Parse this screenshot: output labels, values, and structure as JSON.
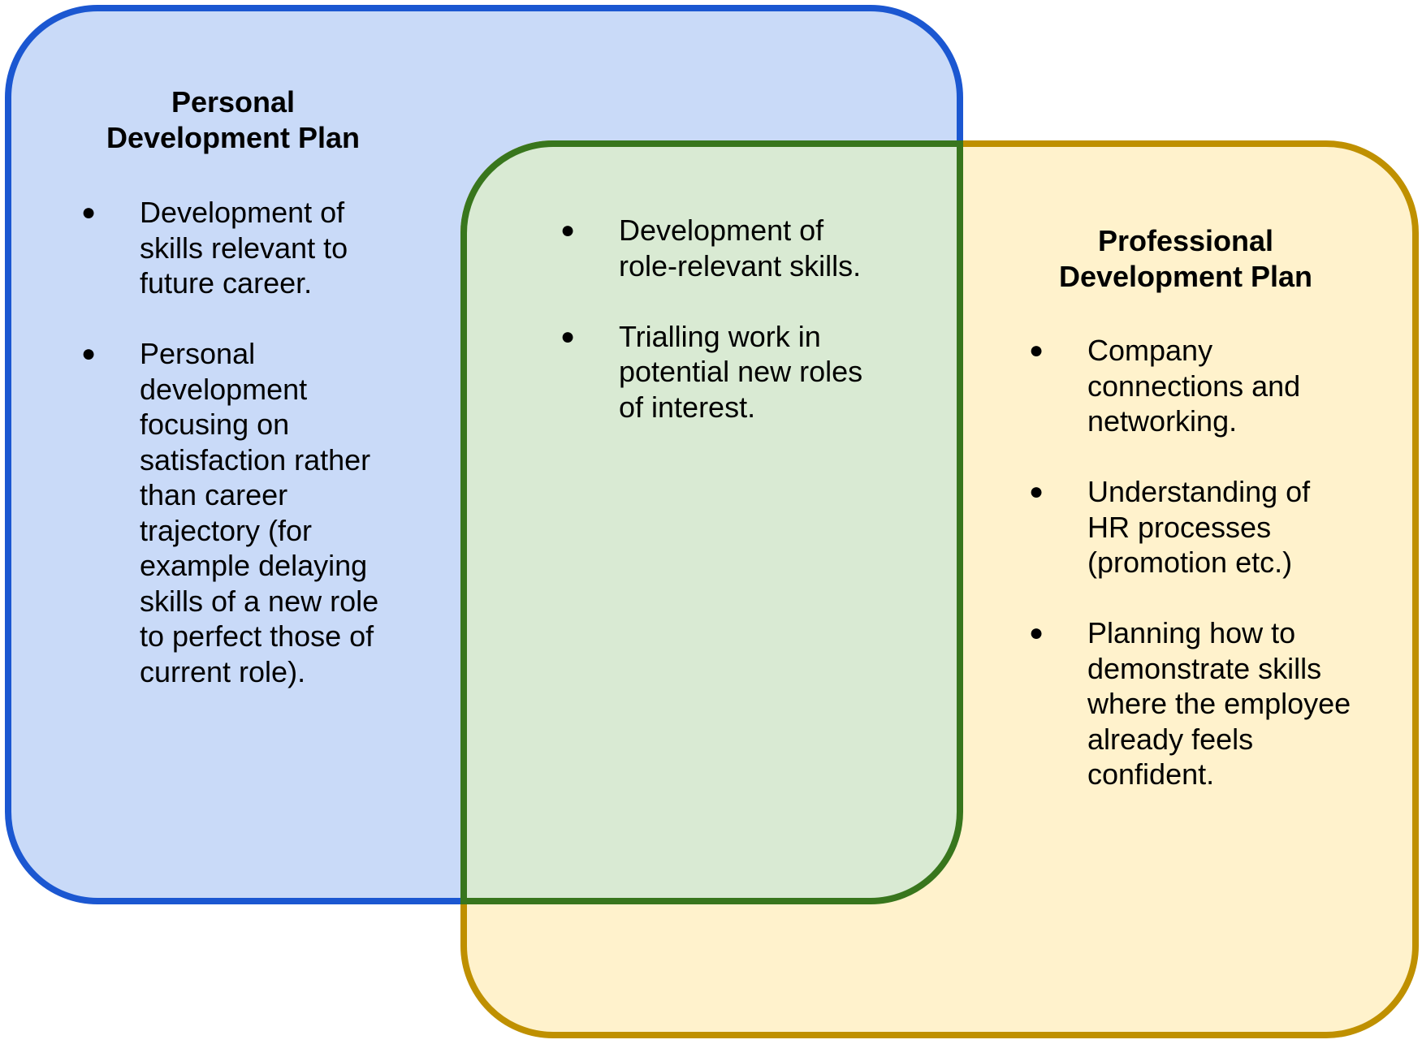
{
  "colors": {
    "background": "#ffffff",
    "text": "#000000",
    "personal_fill": "#c9daf8",
    "personal_stroke": "#1b57d1",
    "overlap_fill": "#d9ead3",
    "overlap_stroke": "#38761d",
    "professional_fill": "#fff2cc",
    "professional_stroke": "#bf9000"
  },
  "ui": {
    "bullet_glyph": "●"
  },
  "personal_section": {
    "title_lines": [
      "Personal",
      "Development Plan"
    ],
    "bullets": [
      [
        "Development of",
        "skills relevant to",
        "future career."
      ],
      [
        "Personal",
        "development",
        "focusing on",
        "satisfaction rather",
        "than career",
        "trajectory (for",
        "example delaying",
        "skills of a new role",
        "to perfect those of",
        "current role)."
      ]
    ]
  },
  "overlap_section": {
    "bullets": [
      [
        "Development of",
        "role-relevant skills."
      ],
      [
        "Trialling work in",
        "potential new roles",
        "of interest."
      ]
    ]
  },
  "professional_section": {
    "title_lines": [
      "Professional",
      "Development Plan"
    ],
    "bullets": [
      [
        "Company",
        "connections and",
        "networking."
      ],
      [
        "Understanding of",
        "HR processes",
        "(promotion etc.)"
      ],
      [
        "Planning how to",
        "demonstrate skills",
        "where the employee",
        "already feels",
        "confident."
      ]
    ]
  }
}
